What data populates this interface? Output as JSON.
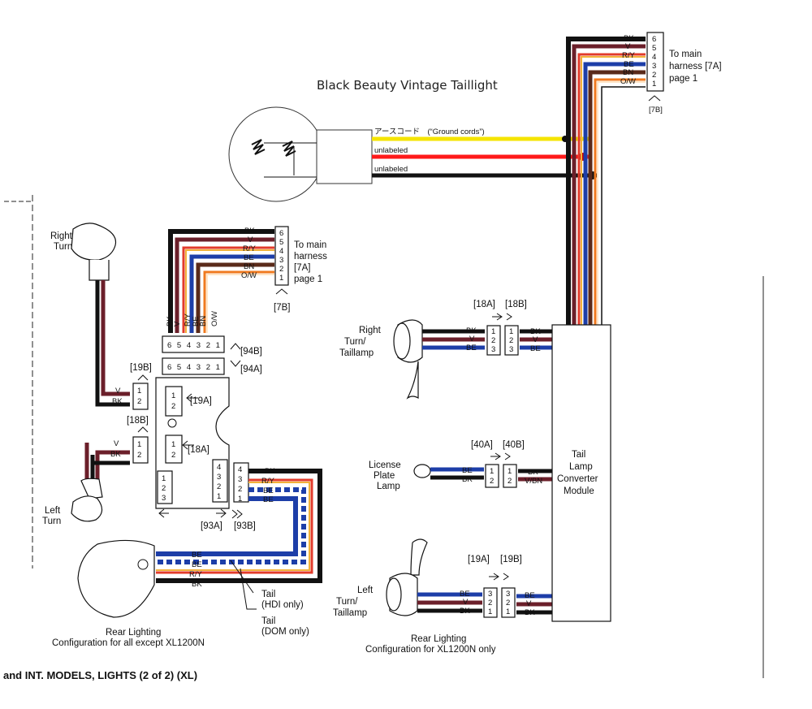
{
  "title": "Black Beauty Vintage Taillight",
  "footer": "and INT. MODELS, LIGHTS (2 of 2) (XL)",
  "colors": {
    "BK": "#111111",
    "V": "#6b1f2a",
    "RY_a": "#e23b2b",
    "RY_b": "#f2b23a",
    "BE": "#1d3ea8",
    "BN": "#5a2a1a",
    "OW_a": "#f07a1f",
    "OW_b": "#ffffff",
    "yellow": "#f5e400",
    "red": "#ff1a1a"
  },
  "taillight_insert": {
    "wires": [
      {
        "label": "アースコード　(“Ground cords”)",
        "color": "yellow"
      },
      {
        "label": "unlabeled",
        "color": "red"
      },
      {
        "label": "unlabeled",
        "color": "black"
      }
    ]
  },
  "top_right_connector": {
    "wires": [
      "BK",
      "V",
      "R/Y",
      "BE",
      "BN",
      "O/W"
    ],
    "pins": [
      "6",
      "5",
      "4",
      "3",
      "2",
      "1"
    ],
    "ref": "[7B]",
    "dest_lines": [
      "To main",
      "harness [7A]",
      "page 1"
    ]
  },
  "left_connector": {
    "wires": [
      "BK",
      "V",
      "R/Y",
      "BE",
      "BN",
      "O/W"
    ],
    "pins": [
      "6",
      "5",
      "4",
      "3",
      "2",
      "1"
    ],
    "ref": "[7B]",
    "dest_lines": [
      "To main",
      "harness",
      "[7A]",
      "page 1"
    ],
    "vertical_labels": [
      "BK",
      "V",
      "R/Y",
      "BE",
      "BN",
      "O/W"
    ]
  },
  "module_block": {
    "pins_94B": "6 5 4 3 2 1",
    "pins_94A": "6 5 4 3 2 1",
    "ref_94B": "[94B]",
    "ref_94A": "[94A]",
    "ref_19A": "[19A]",
    "ref_18A": "[18A]",
    "ref_93A": "[93A]",
    "ref_93B": "[93B]",
    "c19A_pins": [
      "1",
      "2"
    ],
    "c18A_pins": [
      "1",
      "2"
    ],
    "c3_pins": [
      "1",
      "2",
      "3"
    ],
    "c93A_pins": [
      "4",
      "3",
      "2",
      "1"
    ],
    "c93B_pins": [
      "4",
      "3",
      "2",
      "1"
    ]
  },
  "right_turn": {
    "label_lines": [
      "Right",
      "Turn"
    ],
    "ref": "[19B]",
    "wires": [
      "V",
      "BK"
    ],
    "pins": [
      "1",
      "2"
    ]
  },
  "left_turn": {
    "label_lines": [
      "Left",
      "Turn"
    ],
    "ref": "[18B]",
    "wires": [
      "V",
      "BK"
    ],
    "pins": [
      "1",
      "2"
    ]
  },
  "rear_lighting_left": {
    "wires_93B": [
      "BK",
      "R/Y",
      "BE",
      "BE"
    ],
    "wires_lamp": [
      "BE",
      "BE",
      "R/Y",
      "BK"
    ],
    "tail_hdi": [
      "Tail",
      "(HDI only)"
    ],
    "tail_dom": [
      "Tail",
      "(DOM only)"
    ],
    "caption": [
      "Rear Lighting",
      "Configuration for all except XL1200N"
    ]
  },
  "right_taillamp": {
    "label_lines": [
      "Right",
      "Turn/",
      "Taillamp"
    ],
    "ref_a": "[18A]",
    "ref_b": "[18B]",
    "wires_left": [
      "BK",
      "V",
      "BE"
    ],
    "wires_right": [
      "BK",
      "V",
      "BE"
    ],
    "pins": [
      "1",
      "2",
      "3"
    ]
  },
  "license_lamp": {
    "label_lines": [
      "License",
      "Plate",
      "Lamp"
    ],
    "ref_a": "[40A]",
    "ref_b": "[40B]",
    "wires_left": [
      "BE",
      "BK"
    ],
    "wires_right": [
      "BK",
      "V/BN"
    ],
    "pins": [
      "1",
      "2"
    ]
  },
  "left_taillamp": {
    "label_lines": [
      "Left",
      "Turn/",
      "Taillamp"
    ],
    "ref_a": "[19A]",
    "ref_b": "[19B]",
    "wires_left": [
      "BE",
      "V",
      "BK"
    ],
    "wires_right": [
      "BE",
      "V",
      "BK"
    ],
    "pins": [
      "3",
      "2",
      "1"
    ]
  },
  "converter_module": {
    "label_lines": [
      "Tail",
      "Lamp",
      "Converter",
      "Module"
    ]
  },
  "rear_lighting_right": {
    "caption": [
      "Rear Lighting",
      "Configuration for XL1200N only"
    ]
  }
}
